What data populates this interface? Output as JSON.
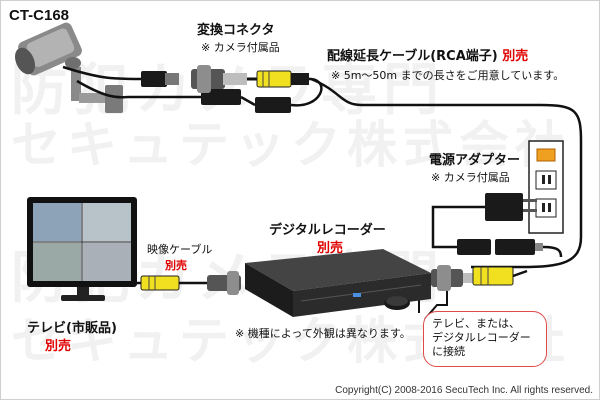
{
  "watermark": {
    "line1": "防犯カメラ専門",
    "line2": "セキュテック株式会社",
    "line3": "防犯カメラ専門",
    "line4": "セキュテック株式会社"
  },
  "camera": {
    "model": "CT-C168"
  },
  "converter": {
    "title": "変換コネクタ",
    "note": "※ カメラ付属品"
  },
  "extension": {
    "title": "配線延長ケーブル(RCA端子)",
    "sold_sep": "別売",
    "note": "※ 5m〜50m までの長さをご用意しています。"
  },
  "adapter": {
    "title": "電源アダプター",
    "note": "※ カメラ付属品"
  },
  "recorder": {
    "title": "デジタルレコーダー",
    "sold_sep": "別売"
  },
  "video_cable": {
    "title": "映像ケーブル",
    "sold_sep": "別売"
  },
  "tv": {
    "title": "テレビ(市販品)",
    "sold_sep": "別売"
  },
  "note": "※ 機種によって外観は異なります。",
  "callout": {
    "line1": "テレビ、または、",
    "line2": "デジタルレコーダー",
    "line3": "に接続"
  },
  "copyright": "Copyright(C) 2008-2016 SecuTech Inc. All rights reserved.",
  "colors": {
    "accent_red": "#e10000",
    "plug_yellow": "#f0e020",
    "outlet_orange": "#f0a020"
  }
}
